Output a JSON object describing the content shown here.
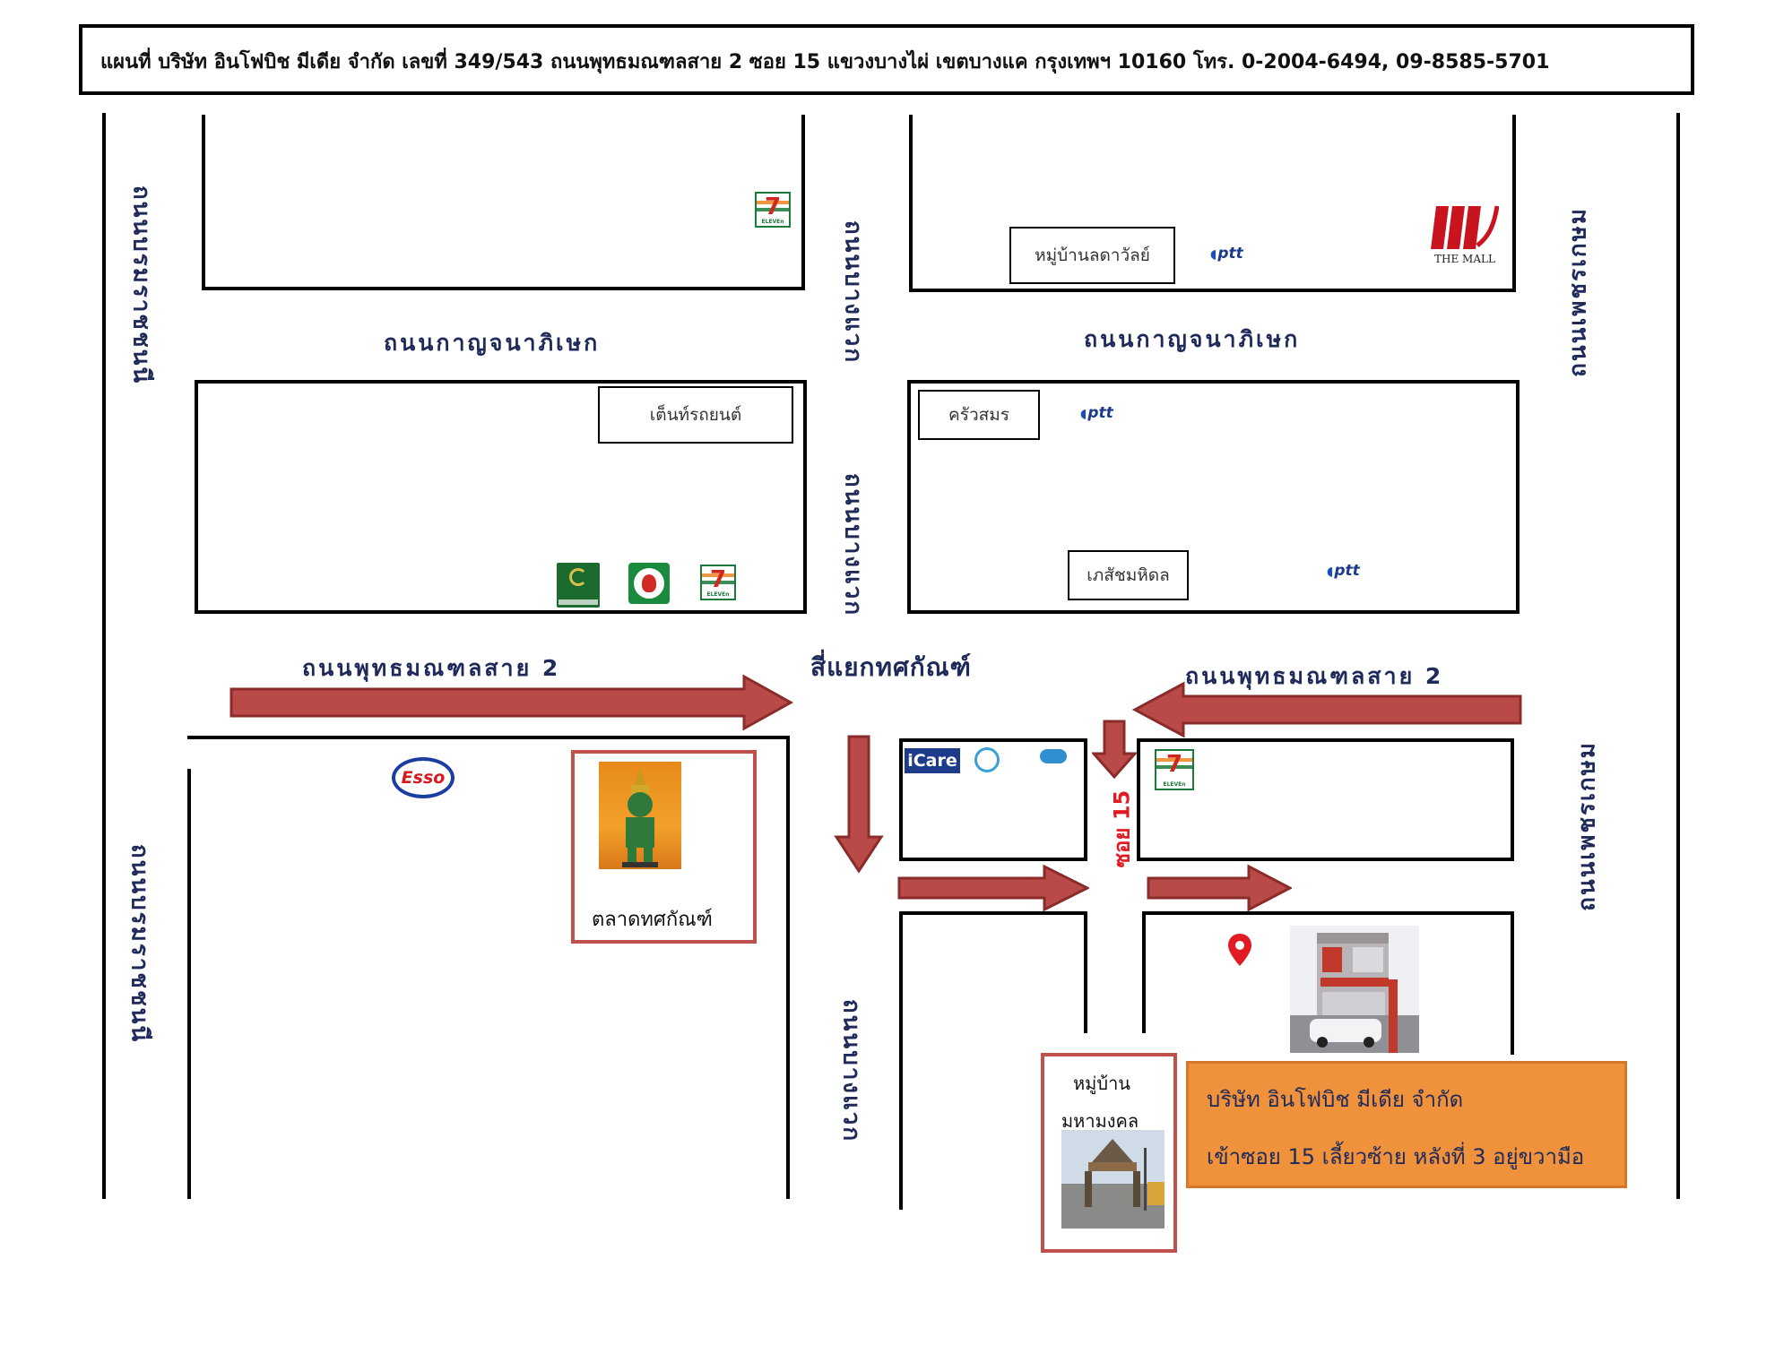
{
  "header": {
    "text": "แผนที่ บริษัท อินโฟบิช มีเดีย จำกัด เลขที่ 349/543 ถนนพุทธมณฑลสาย 2 ซอย 15 แขวงบางไผ่ เขตบางแค กรุงเทพฯ 10160 โทร. 0-2004-6494, 09-8585-5701"
  },
  "roads": {
    "boromratchachonnani_top": "ถนนบรมราชชนนี",
    "boromratchachonnani_bottom": "ถนนบรมราชชนนี",
    "bangwaek_top": "ถนนบางแวก",
    "bangwaek_mid": "ถนนบางแวก",
    "bangwaek_bottom": "ถนนบางแวก",
    "petchkasem_top": "ถนนเพชรเกษม",
    "petchkasem_bottom": "ถนนเพชรเกษม",
    "kanchanaphisek_left": "ถนนกาญจนาภิเษก",
    "kanchanaphisek_right": "ถนนกาญจนาภิเษก",
    "phutthamonthon_left": "ถนนพุทธมณฑลสาย 2",
    "phutthamonthon_right": "ถนนพุทธมณฑลสาย 2",
    "intersection": "สี่แยกทศกัณฑ์",
    "soi15": "ซอย 15"
  },
  "places": {
    "village_ladawan": "หมู่บ้านลดาวัลย์",
    "center_auto": "เต็นท์รถยนต์",
    "krua_samorn": "ครัวสมร",
    "pharmacy": "เภสัชมหิดล",
    "market": "ตลาดทศกัณฑ์",
    "village_mahamongkol_line1": "หมู่บ้าน",
    "village_mahamongkol_line2": "มหามงคล"
  },
  "brands": {
    "ptt": "ptt",
    "seven_eleven": "ELEVEn",
    "the_mall": "THE MALL",
    "esso": "Esso",
    "icare": "iCare"
  },
  "destination": {
    "line1": "บริษัท อินโฟบิช มีเดีย จำกัด",
    "line2": "เข้าซอย 15 เลี้ยวซ้าย หลังที่ 3 อยู่ขวามือ"
  },
  "colors": {
    "arrow": "#b94a48",
    "destination_box": "#f0923c",
    "pin": "#e01b24",
    "road_label": "#1f2a5a",
    "soi_label": "#e01b24"
  }
}
